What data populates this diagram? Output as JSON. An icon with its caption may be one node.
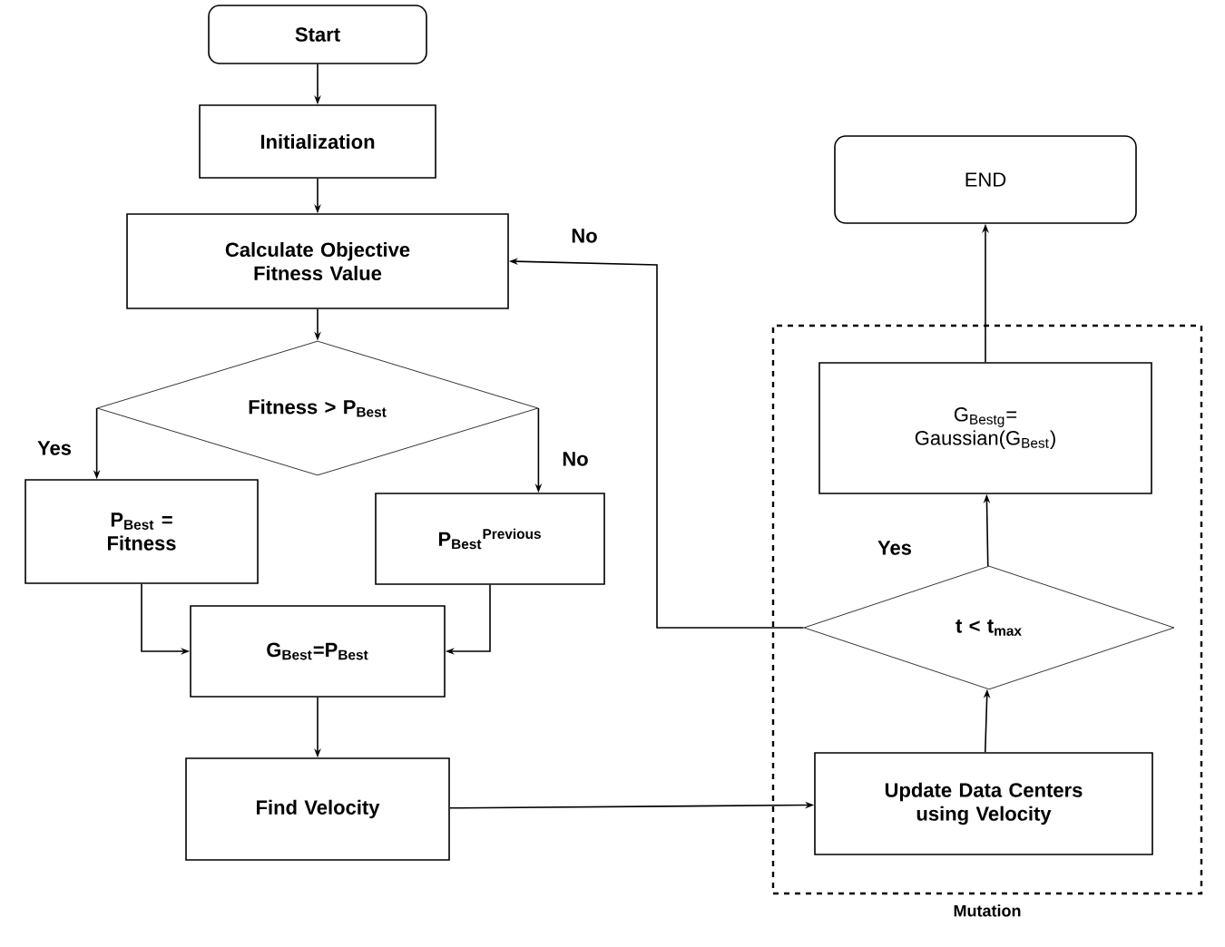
{
  "diagram": {
    "nodes": [
      {
        "text": [
          "Start"
        ]
      },
      {
        "text": [
          "Initialization"
        ]
      },
      {
        "text": [
          "Calculate Objective Fitness Value"
        ]
      },
      {
        "text": [
          "Fitness > P$_{Best}$"
        ]
      },
      {
        "text": [
          "P$_{Best}$ = Fitness"
        ]
      },
      {
        "text": [
          "P$_{Best}$$^{Previous}$"
        ]
      },
      {
        "text": [
          "G$_{Best}$=P$_{Best}$"
        ]
      },
      {
        "text": [
          "Find Velocity"
        ]
      },
      {
        "text": [
          "END"
        ]
      },
      {
        "text": [
          "Mutation"
        ]
      },
      {
        "text": [
          "G$_{Bestg}$= Gaussian(G$_{Best}$)"
        ],
        "in": 9
      },
      {
        "text": [
          "t < t$_{max}$"
        ],
        "in": 9
      },
      {
        "text": [
          "Update Data Centers using Velocity"
        ],
        "in": 9
      }
    ],
    "edges": [
      {
        "from": 0,
        "to": 1,
        "arrow": "to"
      },
      {
        "from": 1,
        "to": 2,
        "arrow": "to"
      },
      {
        "from": 2,
        "to": 3,
        "arrow": "to"
      },
      {
        "from": 3,
        "to": 4,
        "arrow": "to",
        "label": "Yes"
      },
      {
        "from": 3,
        "to": 5,
        "arrow": "to",
        "label": "No"
      },
      {
        "from": 4,
        "to": 6,
        "arrow": "to"
      },
      {
        "from": 5,
        "to": 6,
        "arrow": "to"
      },
      {
        "from": 6,
        "to": 7,
        "arrow": "to"
      },
      {
        "from": 7,
        "to": 12,
        "arrow": "to"
      },
      {
        "from": 12,
        "to": 11,
        "arrow": "to"
      },
      {
        "from": 11,
        "to": 10,
        "arrow": "to",
        "label": "Yes"
      },
      {
        "from": 10,
        "to": 8,
        "arrow": "to"
      },
      {
        "from": 11,
        "to": 2,
        "arrow": "to",
        "label": "No"
      }
    ]
  }
}
